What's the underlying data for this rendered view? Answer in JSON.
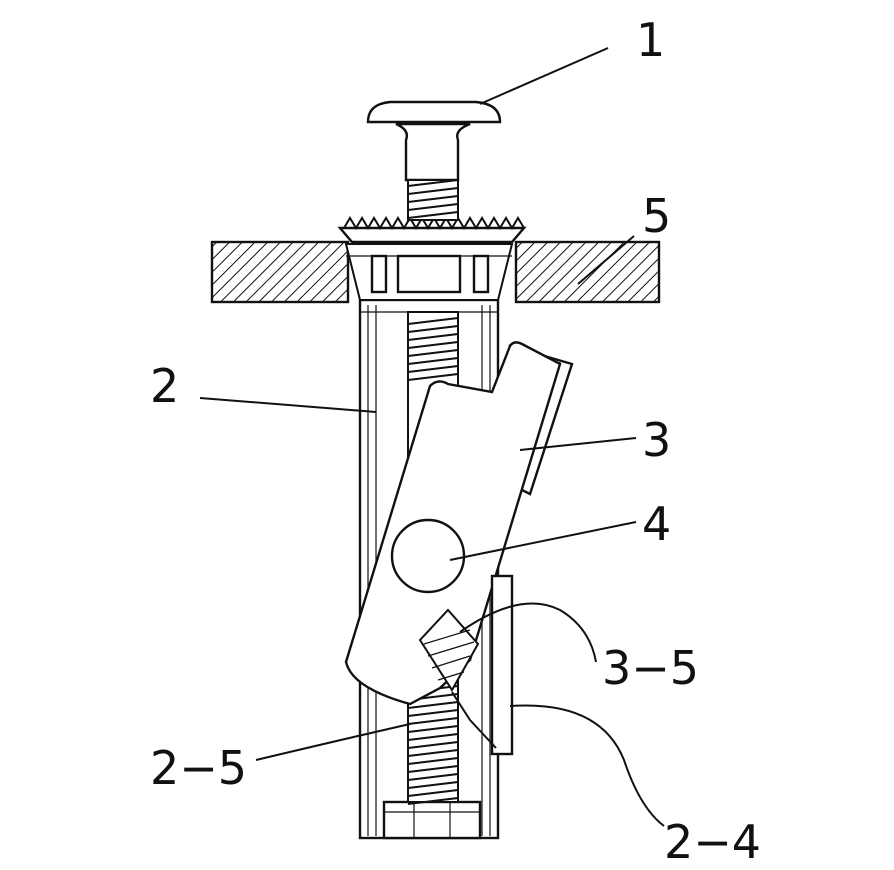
{
  "diagram": {
    "labels": [
      {
        "id": "part-1",
        "text": "1"
      },
      {
        "id": "part-5",
        "text": "5"
      },
      {
        "id": "part-2",
        "text": "2"
      },
      {
        "id": "part-3",
        "text": "3"
      },
      {
        "id": "part-4",
        "text": "4"
      },
      {
        "id": "part-3-5",
        "text": "3−5"
      },
      {
        "id": "part-2-5",
        "text": "2−5"
      },
      {
        "id": "part-2-4",
        "text": "2−4"
      }
    ],
    "colors": {
      "line": "#111111",
      "background": "#ffffff"
    }
  }
}
